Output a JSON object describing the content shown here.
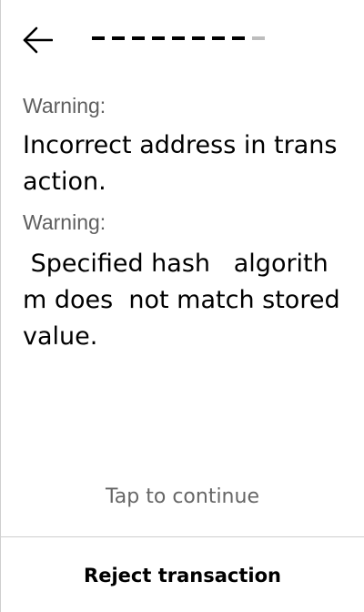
{
  "header": {
    "back_icon": "arrow-left-icon",
    "progress": {
      "total_steps": 9,
      "completed_steps": 8
    }
  },
  "warnings": [
    {
      "label": "Warning:",
      "text": "Incorrect address in transaction."
    },
    {
      "label": "Warning:",
      "text": " Specified hash   algorithm does  not match stored value."
    }
  ],
  "tap_to_continue": "Tap to continue",
  "reject_label": "Reject transaction"
}
